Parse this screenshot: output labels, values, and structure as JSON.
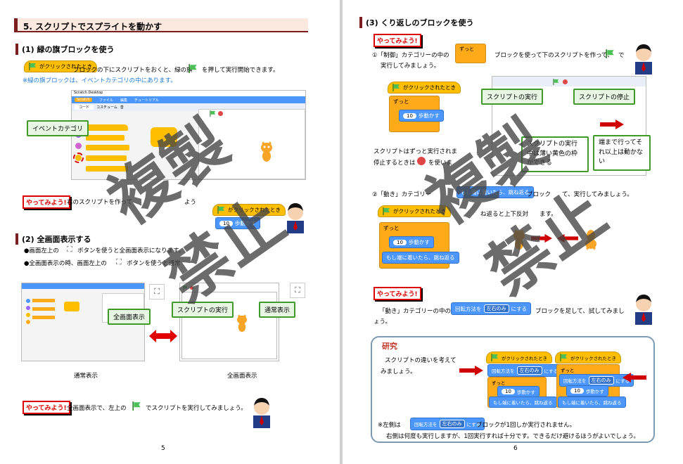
{
  "left": {
    "section_title": "5. スクリプトでスプライトを動かす",
    "sub1": "(1) 緑の旗ブロックを使う",
    "green_flag_block": "がクリックされたとき",
    "line1a": "ブロックの下にスクリプトをおくと、緑の旗",
    "line1b": "を押して実行開始できます。",
    "note_blue": "※緑の旗ブロックは、イベントカテゴリの中にあります。",
    "editor_title": "Scratch Desktop",
    "editor_menu": [
      "ファイル",
      "編集",
      "チュートリアル"
    ],
    "editor_tabs": [
      "コード",
      "コスチューム",
      "音"
    ],
    "callout_event": "イベントカテゴリ",
    "yatte_label": "やってみよう!",
    "yatte1_text": "右のスクリプトを作って",
    "yatte1_tail": "よう",
    "script_hat": "がクリックされたとき",
    "script_move": "10",
    "script_move_label": "歩動かす",
    "sub2": "(2) 全画面表示する",
    "bullet1a": "●画面左上の",
    "bullet1b": "ボタンを使うと全画面表示になります。",
    "bullet2a": "●全画面表示の時、画面左上の",
    "bullet2b": "ボタンを使うと通常",
    "callout_full": "全画面表示",
    "callout_run": "スクリプトの実行",
    "callout_normal": "通常表示",
    "label_normal": "通常表示",
    "label_full": "全画面表示",
    "yatte2_text": "全画面表示で、左上の",
    "yatte2_tail": "でスクリプトを実行してみましょう。",
    "page_number": "5"
  },
  "right": {
    "sub3": "(3) くり返しのブロックを使う",
    "yatte_label": "やってみよう!",
    "q1a": "①「制御」カテゴリーの中の",
    "q1_forever": "ずっと",
    "q1b": "ブロックを使って下のスクリプトを作って、",
    "q1c": "で",
    "q1d": "実行してみましょう。",
    "hat": "がクリックされたとき",
    "forever": "ずっと",
    "move_num": "10",
    "move_label": "歩動かす",
    "callout_run": "スクリプトの実行",
    "callout_stop": "スクリプトの停止",
    "callout_running": "スクリプトの実行中は薄い黄色の枠ができる",
    "callout_edge": "端まで行ってそれ以上は動かない",
    "para1a": "スクリプトはずっと実行されま",
    "para1b": "停止するときは",
    "para1c": "を使いま",
    "q2a": "②「動き」カテゴリー",
    "q2_block": "もし端に着いたら、跳ね返る",
    "q2b": "ブロック",
    "q2c": "て、実行してみましょう。",
    "q2d": "ね返ると上下反対",
    "q2e": "ます。",
    "bounce": "もし端に着いたら、跳ね返る",
    "q3a": "「動き」カテゴリーの中の",
    "rot_label": "回転方法を",
    "rot_value": "左右のみ",
    "rot_suffix": "にする",
    "q3b": "ブロックを足して、試してみまし",
    "q3c": "ょう。",
    "study_title": "研究",
    "study_text1": "スクリプトの違いを考えて",
    "study_text2": "みましょう。",
    "note1a": "※左側は",
    "note1b": "ブロックが1回しか実行されません。",
    "note2": "右側は何度も実行しますが、1回実行すれば十分です。できるだけ避けるほうがよいでしょう。",
    "page_number": "6"
  },
  "watermark": [
    "複製",
    "禁止"
  ],
  "colors": {
    "events": "#ffbf00",
    "control": "#ffab19",
    "motion": "#4c97ff",
    "callout_border": "#3f9a2a",
    "accent_red": "#d00000",
    "heading_bar": "#7b1e1e"
  }
}
